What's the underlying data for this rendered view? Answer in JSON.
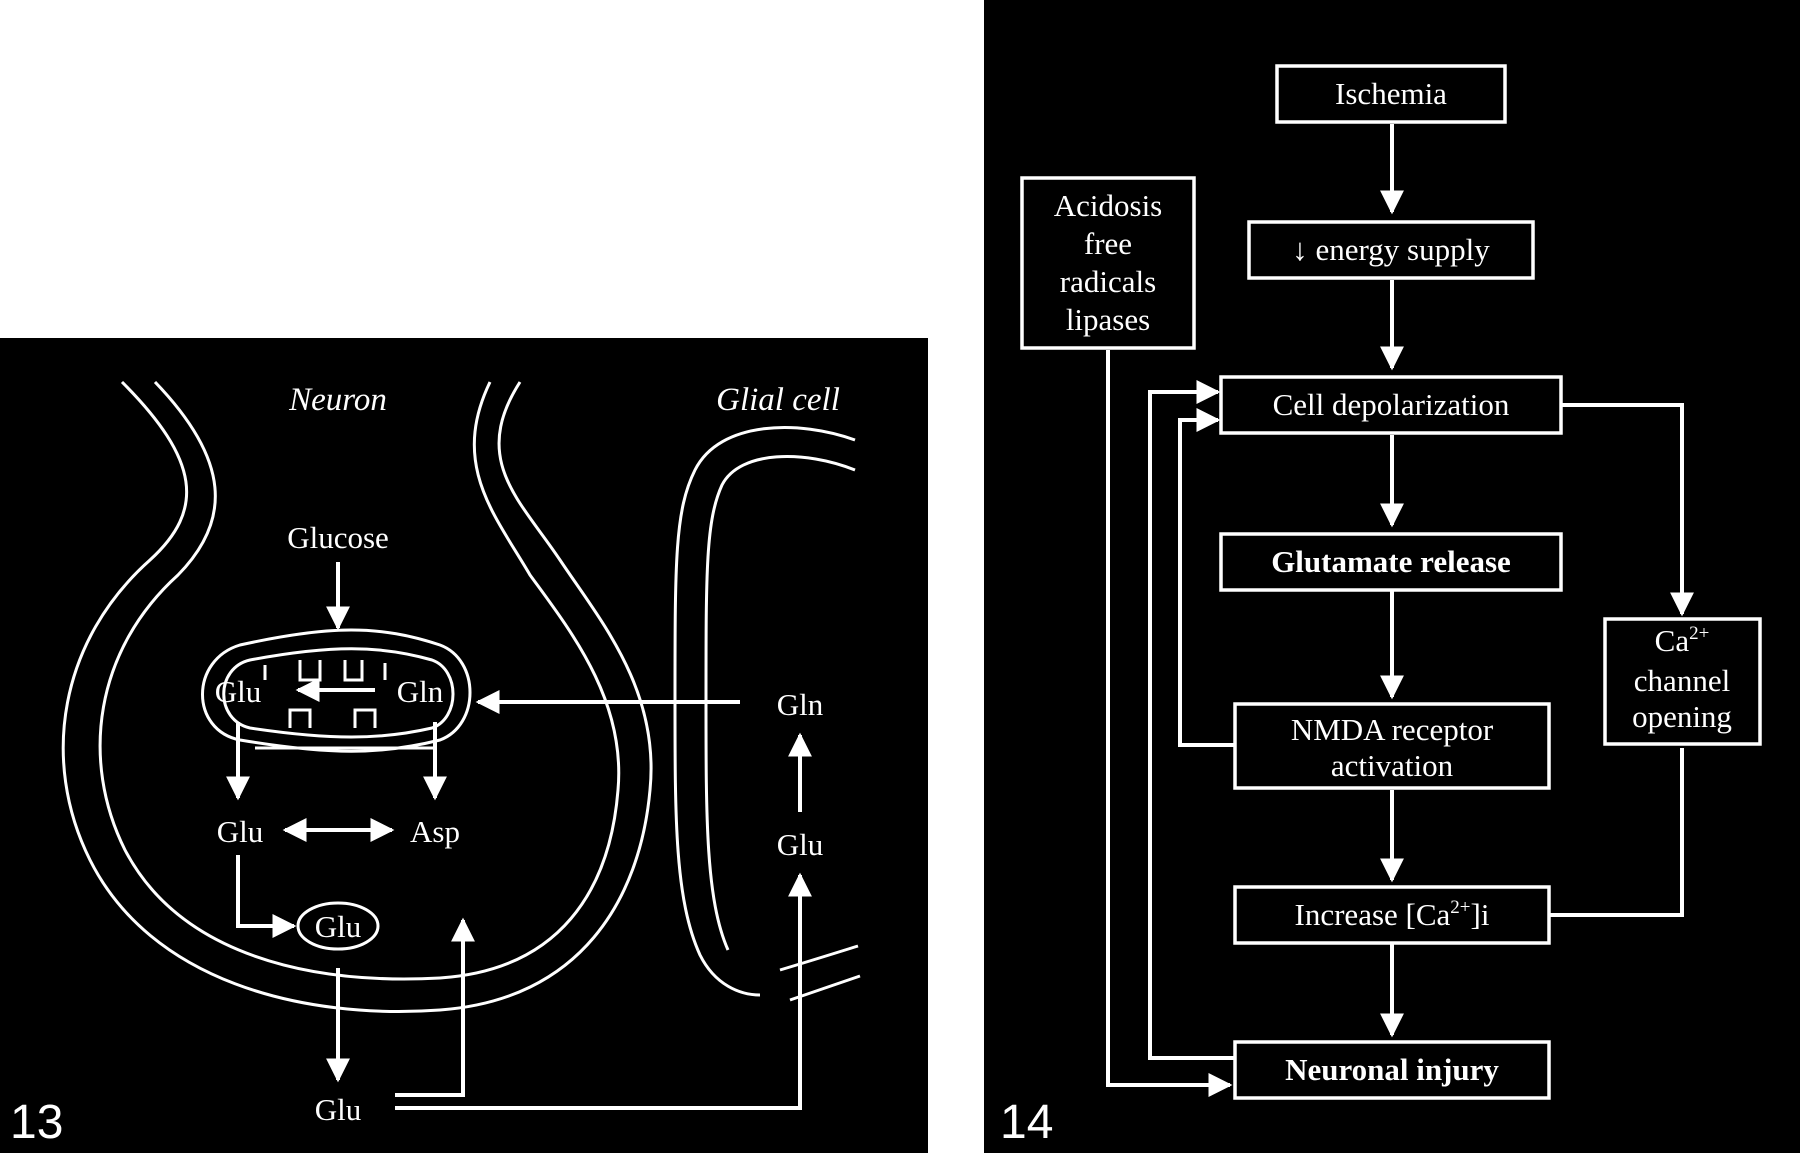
{
  "panel13": {
    "number": "13",
    "neuron_label": "Neuron",
    "glial_label": "Glial cell",
    "glucose": "Glucose",
    "mito_glu": "Glu",
    "mito_gln": "Gln",
    "glu_mid": "Glu",
    "asp": "Asp",
    "vesicle_glu": "Glu",
    "synaptic_glu": "Glu",
    "glial_gln": "Gln",
    "glial_glu": "Glu"
  },
  "panel14": {
    "number": "14",
    "ischemia": "Ischemia",
    "energy_supply": "↓ energy supply",
    "acidosis_lines": [
      "Acidosis",
      "free",
      "radicals",
      "lipases"
    ],
    "cell_depolarization": "Cell depolarization",
    "glutamate_release": "Glutamate release",
    "nmda_lines": [
      "NMDA receptor",
      "activation"
    ],
    "ca_channel": {
      "ca": "Ca",
      "sup": "2+",
      "line2": "channel",
      "line3": "opening"
    },
    "increase_ca": {
      "prefix": "Increase [Ca",
      "sup": "2+",
      "suffix": "]i"
    },
    "neuronal_injury": "Neuronal injury"
  },
  "colors": {
    "background": "#000000",
    "foreground": "#ffffff",
    "page": "#ffffff"
  }
}
